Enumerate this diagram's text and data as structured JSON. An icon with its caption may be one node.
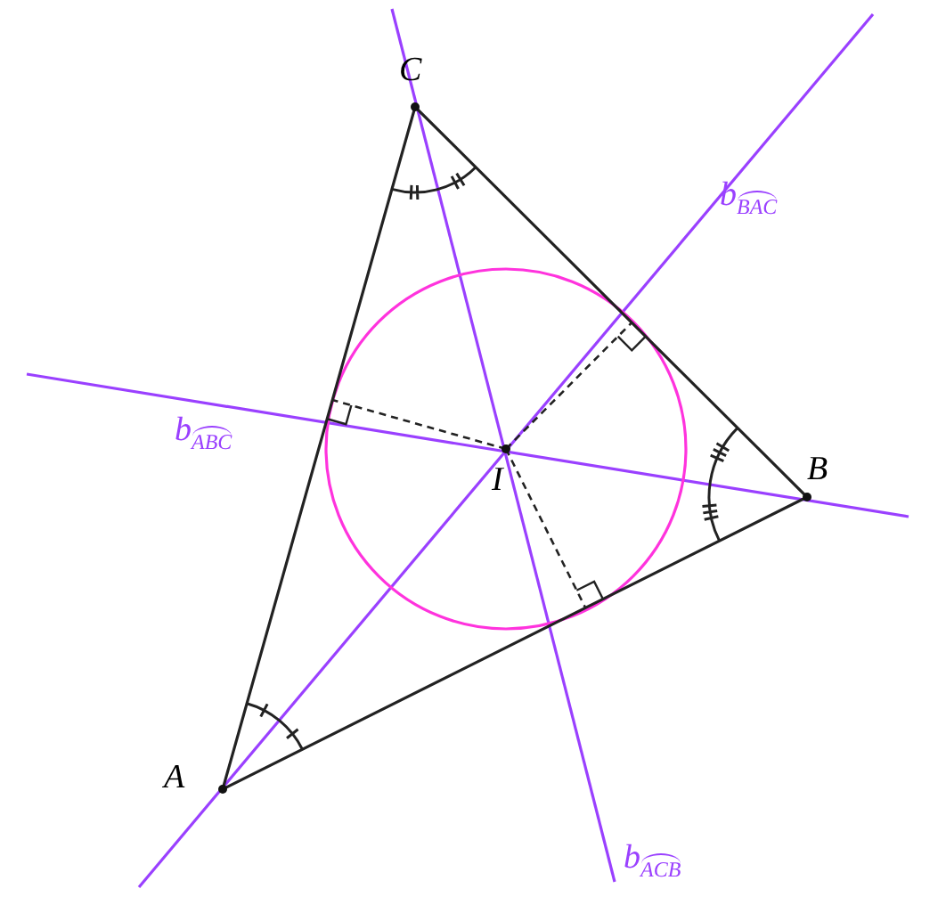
{
  "diagram": {
    "labels": [
      "C",
      "b$_{BAC}$",
      "b$_{ABC}$",
      "I",
      "B",
      "A",
      "b$_{ACB}$"
    ]
  }
}
